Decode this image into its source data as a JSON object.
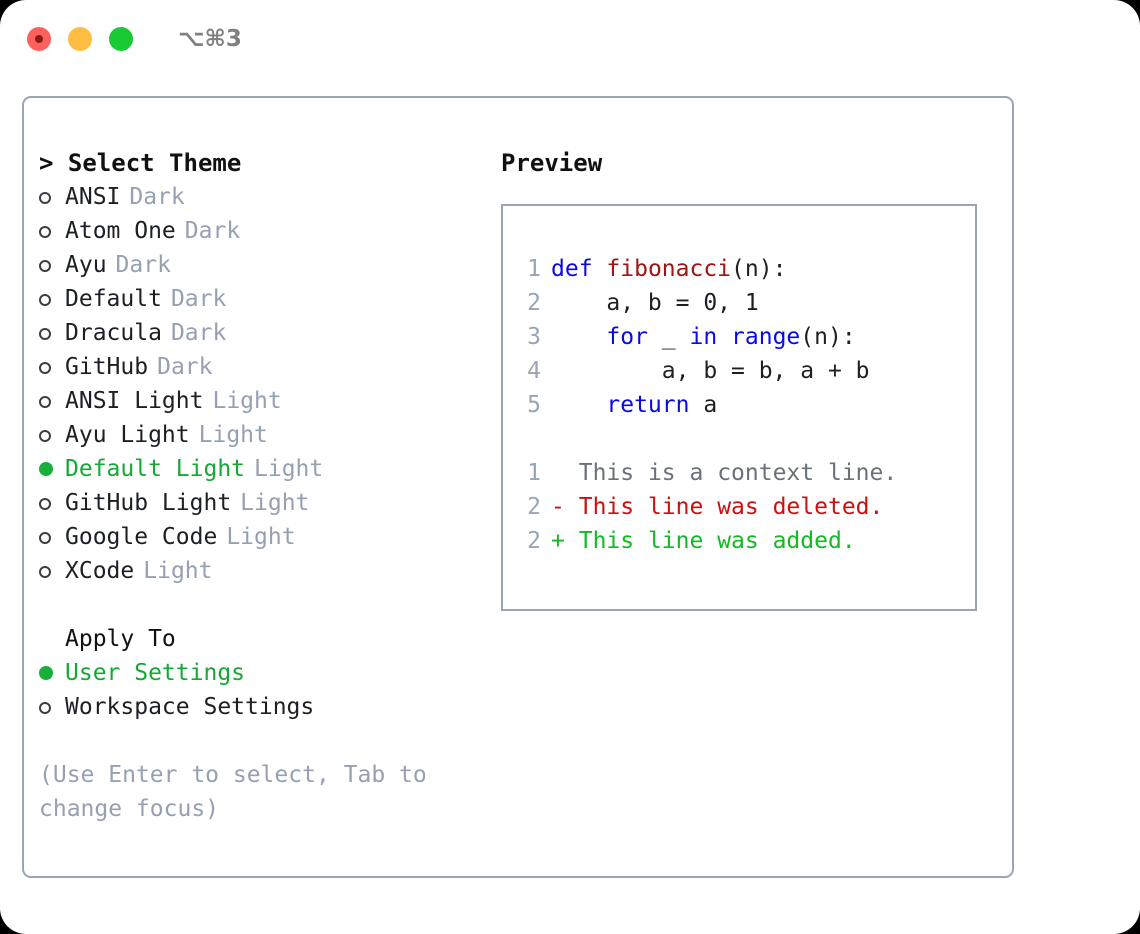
{
  "window": {
    "traffic_lights": [
      "close",
      "minimize",
      "maximize"
    ],
    "shortcut": "⌥⌘3"
  },
  "colors": {
    "accent_green": "#16a834",
    "muted": "#95a1b2",
    "border": "#9aa5b4",
    "keyword_blue": "#0a0ae0",
    "function_red": "#a01414",
    "diff_delete": "#cc1010",
    "diff_add": "#11bb22",
    "text": "#1c1f23"
  },
  "theme_picker": {
    "heading_caret": ">",
    "heading": "Select Theme",
    "items": [
      {
        "marker": "o",
        "name": "ANSI",
        "badge": "Dark",
        "selected": false
      },
      {
        "marker": "o",
        "name": "Atom One",
        "badge": "Dark",
        "selected": false
      },
      {
        "marker": "o",
        "name": "Ayu",
        "badge": "Dark",
        "selected": false
      },
      {
        "marker": "o",
        "name": "Default",
        "badge": "Dark",
        "selected": false
      },
      {
        "marker": "o",
        "name": "Dracula",
        "badge": "Dark",
        "selected": false
      },
      {
        "marker": "o",
        "name": "GitHub",
        "badge": "Dark",
        "selected": false
      },
      {
        "marker": "o",
        "name": "ANSI Light",
        "badge": "Light",
        "selected": false
      },
      {
        "marker": "o",
        "name": "Ayu Light",
        "badge": "Light",
        "selected": false
      },
      {
        "marker": "●",
        "name": "Default Light",
        "badge": "Light",
        "selected": true
      },
      {
        "marker": "o",
        "name": "GitHub Light",
        "badge": "Light",
        "selected": false
      },
      {
        "marker": "o",
        "name": "Google Code",
        "badge": "Light",
        "selected": false
      },
      {
        "marker": "o",
        "name": "XCode",
        "badge": "Light",
        "selected": false
      }
    ]
  },
  "apply_to": {
    "label": "Apply To",
    "options": [
      {
        "marker": "●",
        "name": "User Settings",
        "selected": true
      },
      {
        "marker": "o",
        "name": "Workspace Settings",
        "selected": false
      }
    ]
  },
  "hint": "(Use Enter to select, Tab to\nchange focus)",
  "preview": {
    "title": "Preview",
    "code_lines": [
      {
        "no": "1",
        "tokens": [
          {
            "t": "def",
            "c": "kw"
          },
          {
            "t": " ",
            "c": "pl"
          },
          {
            "t": "fibonacci",
            "c": "fn"
          },
          {
            "t": "(n):",
            "c": "pl"
          }
        ]
      },
      {
        "no": "2",
        "tokens": [
          {
            "t": "    a, b = 0, 1",
            "c": "pl"
          }
        ]
      },
      {
        "no": "3",
        "tokens": [
          {
            "t": "    ",
            "c": "pl"
          },
          {
            "t": "for",
            "c": "kw"
          },
          {
            "t": " _ ",
            "c": "pl"
          },
          {
            "t": "in",
            "c": "kw"
          },
          {
            "t": " ",
            "c": "pl"
          },
          {
            "t": "range",
            "c": "kw"
          },
          {
            "t": "(n):",
            "c": "pl"
          }
        ]
      },
      {
        "no": "4",
        "tokens": [
          {
            "t": "        a, b = b, a + b",
            "c": "pl"
          }
        ]
      },
      {
        "no": "5",
        "tokens": [
          {
            "t": "    ",
            "c": "pl"
          },
          {
            "t": "return",
            "c": "kw"
          },
          {
            "t": " a",
            "c": "pl"
          }
        ]
      }
    ],
    "diff_lines": [
      {
        "no": "1",
        "sign": " ",
        "text": "This is a context line.",
        "kind": "ctx"
      },
      {
        "no": "2",
        "sign": "-",
        "text": "This line was deleted.",
        "kind": "del"
      },
      {
        "no": "2",
        "sign": "+",
        "text": "This line was added.",
        "kind": "add"
      }
    ]
  }
}
